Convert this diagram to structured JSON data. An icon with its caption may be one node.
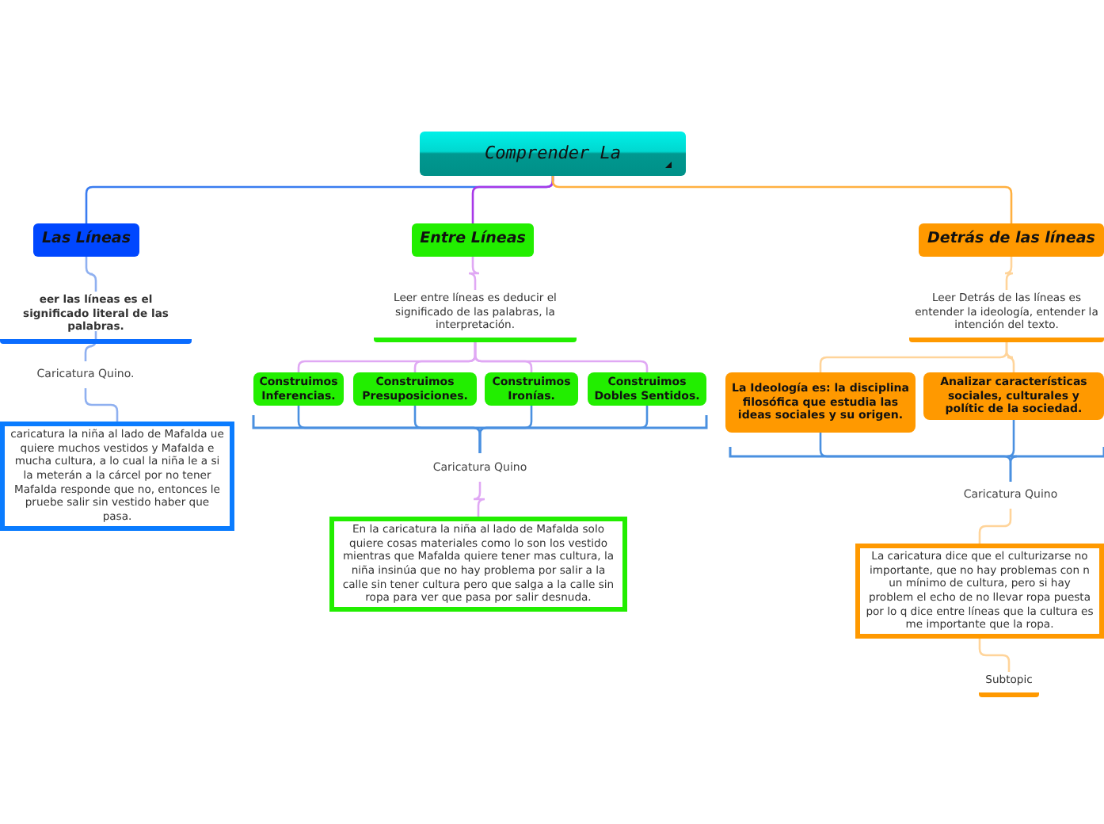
{
  "diagram": {
    "nodes": [
      {
        "text": [
          "Comprender La"
        ]
      },
      {
        "text": [
          "Las Líneas"
        ]
      },
      {
        "text": [
          "eer las líneas es el significado literal de las palabras."
        ]
      },
      {
        "text": [
          "Caricatura Quino."
        ]
      },
      {
        "text": [
          "caricatura la niña al lado de Mafalda ue quiere muchos vestidos y Mafalda e mucha cultura, a lo cual la niña le a si la meterán a la cárcel por no tener Mafalda responde que no, entonces le pruebe salir sin vestido haber que pasa."
        ]
      },
      {
        "text": [
          "Entre Líneas"
        ]
      },
      {
        "text": [
          "Leer entre líneas es deducir el significado de las palabras, la interpretación."
        ]
      },
      {
        "text": [
          "Construimos Inferencias."
        ]
      },
      {
        "text": [
          "Construimos Presuposiciones."
        ]
      },
      {
        "text": [
          "Construimos Ironías."
        ]
      },
      {
        "text": [
          "Construimos Dobles Sentidos."
        ]
      },
      {
        "text": [
          "Caricatura Quino"
        ]
      },
      {
        "text": [
          "En la caricatura la niña al lado de Mafalda solo quiere cosas materiales como lo son los vestido mientras que Mafalda quiere tener mas cultura, la niña insinúa que no hay problema por salir a la calle sin tener cultura pero que salga a la calle sin ropa para ver que pasa por salir desnuda."
        ]
      },
      {
        "text": [
          "Detrás de las líneas"
        ]
      },
      {
        "text": [
          "Leer Detrás de las líneas es entender la ideología, entender la intención del texto."
        ]
      },
      {
        "text": [
          "La Ideología es: la disciplina filosófica que estudia las ideas sociales y su origen."
        ]
      },
      {
        "text": [
          "Analizar características sociales, culturales y polític de la sociedad."
        ]
      },
      {
        "text": [
          "Caricatura Quino"
        ]
      },
      {
        "text": [
          "La caricatura dice que el culturizarse no importante, que no hay problemas con n un mínimo de cultura, pero si hay problem el echo de no llevar ropa puesta por lo q dice entre líneas que la cultura es me importante que la ropa."
        ]
      },
      {
        "text": [
          "Subtopic"
        ]
      }
    ],
    "edges": [
      {
        "from": 0,
        "to": 1,
        "arrow": "none",
        "color": "#3a7cf0"
      },
      {
        "from": 0,
        "to": 5,
        "arrow": "none",
        "color": "#a838e8"
      },
      {
        "from": 0,
        "to": 13,
        "arrow": "none",
        "color": "#ffb040"
      },
      {
        "from": 1,
        "to": 2,
        "arrow": "none",
        "color": "#8fb0f0"
      },
      {
        "from": 2,
        "to": 3,
        "arrow": "none",
        "color": "#8fb0f0"
      },
      {
        "from": 3,
        "to": 4,
        "arrow": "none",
        "color": "#8fb0f0"
      },
      {
        "from": 5,
        "to": 6,
        "arrow": "none",
        "color": "#e0a8f4"
      },
      {
        "from": 6,
        "to": 7,
        "arrow": "none",
        "color": "#e0a8f4"
      },
      {
        "from": 6,
        "to": 8,
        "arrow": "none",
        "color": "#e0a8f4"
      },
      {
        "from": 6,
        "to": 9,
        "arrow": "none",
        "color": "#e0a8f4"
      },
      {
        "from": 6,
        "to": 10,
        "arrow": "none",
        "color": "#e0a8f4"
      },
      {
        "from": 7,
        "to": 11,
        "arrow": "none",
        "color": "#4a90e0"
      },
      {
        "from": 8,
        "to": 11,
        "arrow": "none",
        "color": "#4a90e0"
      },
      {
        "from": 9,
        "to": 11,
        "arrow": "none",
        "color": "#4a90e0"
      },
      {
        "from": 10,
        "to": 11,
        "arrow": "none",
        "color": "#4a90e0"
      },
      {
        "from": 11,
        "to": 12,
        "arrow": "none",
        "color": "#e0a8f4"
      },
      {
        "from": 13,
        "to": 14,
        "arrow": "none",
        "color": "#ffd49a"
      },
      {
        "from": 14,
        "to": 15,
        "arrow": "none",
        "color": "#ffd49a"
      },
      {
        "from": 14,
        "to": 16,
        "arrow": "none",
        "color": "#ffd49a"
      },
      {
        "from": 15,
        "to": 17,
        "arrow": "none",
        "color": "#4a90e0"
      },
      {
        "from": 16,
        "to": 17,
        "arrow": "none",
        "color": "#4a90e0"
      },
      {
        "from": 17,
        "to": 18,
        "arrow": "none",
        "color": "#ffd49a"
      },
      {
        "from": 18,
        "to": 19,
        "arrow": "none",
        "color": "#ffd49a"
      }
    ]
  }
}
